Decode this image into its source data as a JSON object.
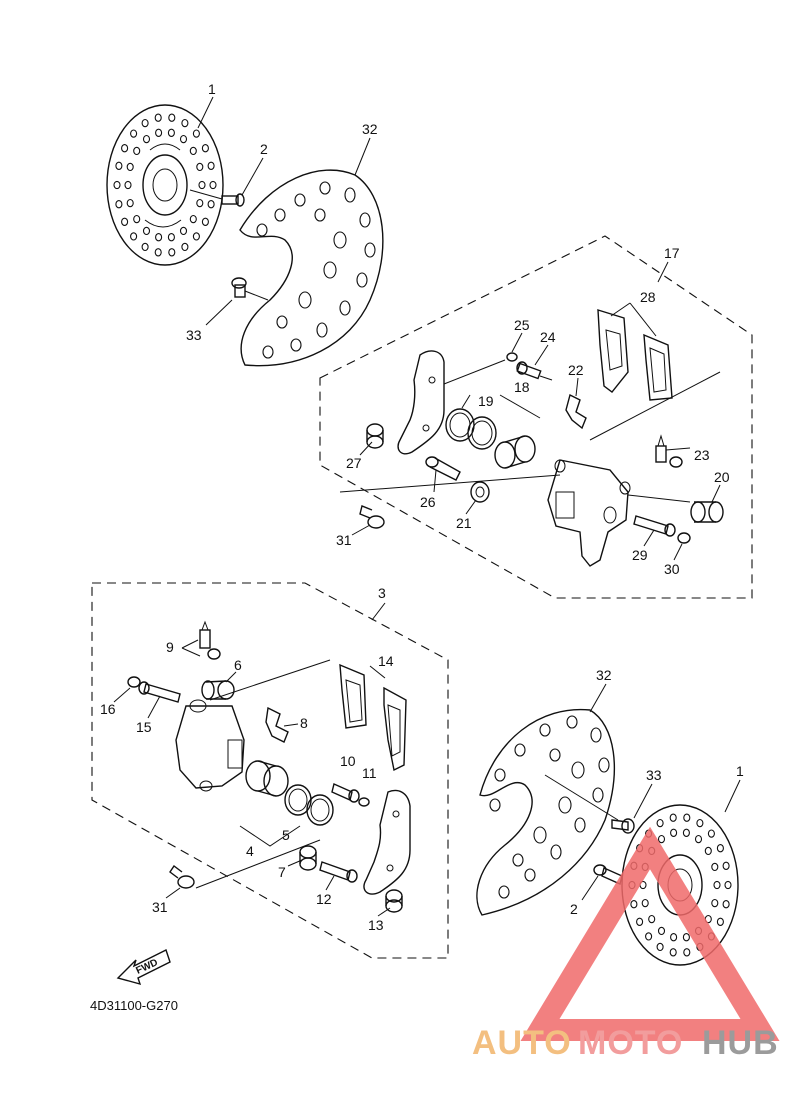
{
  "diagram": {
    "code": "4D31100-G270",
    "fwd_label": "FWD",
    "labels": {
      "p1_top": "1",
      "p2_top": "2",
      "p32_top": "32",
      "p33_top": "33",
      "p17": "17",
      "p28": "28",
      "p25": "25",
      "p24": "24",
      "p18": "18",
      "p22": "22",
      "p19": "19",
      "p23": "23",
      "p27": "27",
      "p20": "20",
      "p26": "26",
      "p21": "21",
      "p31_top": "31",
      "p29": "29",
      "p30": "30",
      "p3": "3",
      "p9": "9",
      "p6": "6",
      "p14": "14",
      "p16": "16",
      "p15": "15",
      "p8": "8",
      "p10": "10",
      "p11": "11",
      "p5": "5",
      "p4": "4",
      "p7": "7",
      "p12": "12",
      "p13": "13",
      "p31_bot": "31",
      "p32_bot": "32",
      "p33_bot": "33",
      "p1_bot": "1",
      "p2_bot": "2"
    }
  },
  "watermark": {
    "part1": "AUTO",
    "part2": "MOTO",
    "part3": "HUB",
    "colors": {
      "auto": "#f2b46a",
      "moto": "#f08c8c",
      "hub": "#8a8a8a",
      "triangle": "#f06a6a"
    }
  }
}
